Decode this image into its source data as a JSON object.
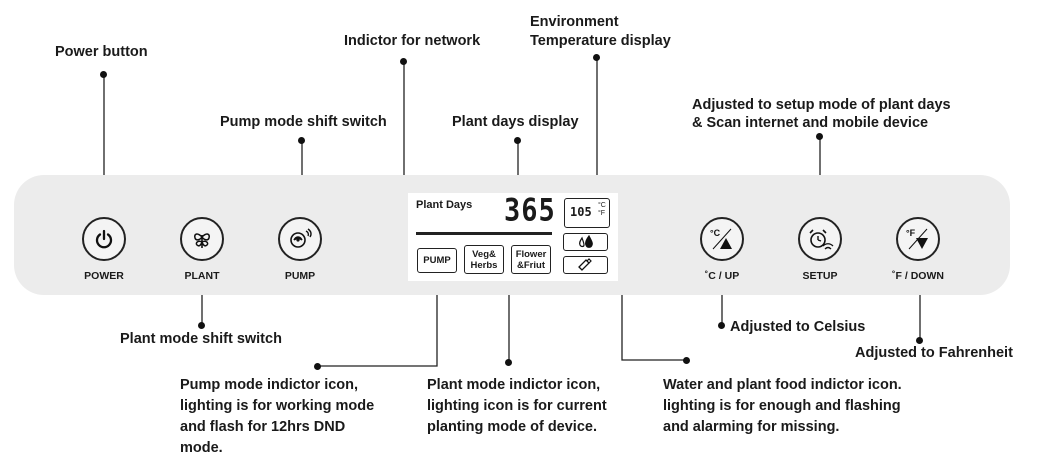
{
  "callouts": {
    "power_button": "Power button",
    "network": "Indictor for network",
    "env_temp_line1": "Environment",
    "env_temp_line2": "Temperature display",
    "pump_switch": "Pump mode shift switch",
    "plant_days": "Plant days display",
    "setup_line1": "Adjusted to setup mode of plant days",
    "setup_line2": "& Scan internet and mobile device",
    "plant_switch": "Plant mode shift switch",
    "celsius": "Adjusted to Celsius",
    "fahrenheit": "Adjusted to Fahrenheit",
    "pump_icon": [
      "Pump mode indictor icon,",
      "lighting is for working mode",
      "and flash for 12hrs DND",
      "mode."
    ],
    "plant_icon": [
      "Plant mode indictor icon,",
      "lighting icon is for current",
      "planting mode of device."
    ],
    "water_icon": [
      "Water and plant food indictor icon.",
      "lighting is for enough and flashing",
      "and alarming for missing."
    ]
  },
  "buttons": {
    "power": "POWER",
    "plant": "PLANT",
    "pump": "PUMP",
    "celsius_up": "˚C / UP",
    "setup": "SETUP",
    "fahrenheit_down": "˚F / DOWN"
  },
  "display": {
    "title": "Plant Days",
    "days_value": "365",
    "temp_value": "105",
    "temp_unit_c": "°C",
    "temp_unit_f": "°F",
    "pump_chip": "PUMP",
    "veg_chip": "Veg& Herbs",
    "flower_chip": "Flower &Friut"
  },
  "colors": {
    "panel": "#ececec",
    "ink": "#1a1a1a"
  }
}
